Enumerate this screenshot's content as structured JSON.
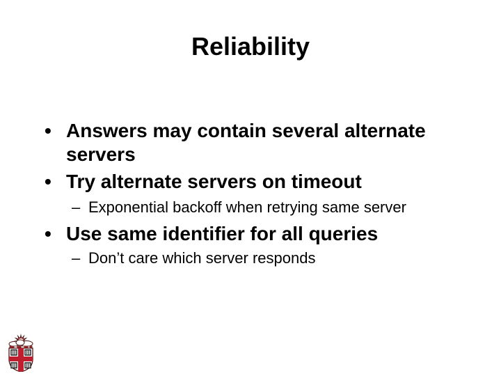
{
  "slide": {
    "title": "Reliability",
    "background": "#ffffff",
    "text_color": "#000000",
    "bullets": [
      {
        "level": 1,
        "marker": "•",
        "text": "Answers may contain several alternate servers"
      },
      {
        "level": 1,
        "marker": "•",
        "text": "Try alternate servers on timeout"
      },
      {
        "level": 2,
        "marker": "–",
        "text": "Exponential backoff when retrying same server"
      },
      {
        "level": 1,
        "marker": "•",
        "text": "Use same identifier for all queries"
      },
      {
        "level": 2,
        "marker": "–",
        "text": "Don’t care which server responds"
      }
    ]
  },
  "logo": {
    "name": "Brown University crest",
    "colors": {
      "outline": "#4d1616",
      "cross": "#be1e2d",
      "torse": "#a31f24",
      "book_line": "#1a1a1a",
      "field": "#ffffff"
    }
  }
}
